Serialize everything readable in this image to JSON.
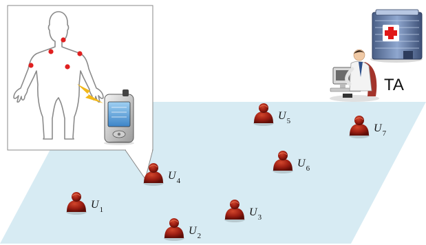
{
  "authority": {
    "label": "TA"
  },
  "users": [
    {
      "id": "U1",
      "letter": "U",
      "sub": "1"
    },
    {
      "id": "U2",
      "letter": "U",
      "sub": "2"
    },
    {
      "id": "U3",
      "letter": "U",
      "sub": "3"
    },
    {
      "id": "U4",
      "letter": "U",
      "sub": "4"
    },
    {
      "id": "U5",
      "letter": "U",
      "sub": "5"
    },
    {
      "id": "U6",
      "letter": "U",
      "sub": "6"
    },
    {
      "id": "U7",
      "letter": "U",
      "sub": "7"
    }
  ],
  "colors": {
    "plane": "#d7ebf3",
    "user_icon": "#8e1a10",
    "sensor_dot": "#e02020",
    "hospital_cross": "#e01818",
    "lightning": "#f2b81a"
  },
  "icons": {
    "user": "person-icon",
    "phone": "smartphone-icon",
    "body": "human-body-outline-icon",
    "authority": "hospital-building-icon",
    "operator": "doctor-at-computer-icon"
  }
}
